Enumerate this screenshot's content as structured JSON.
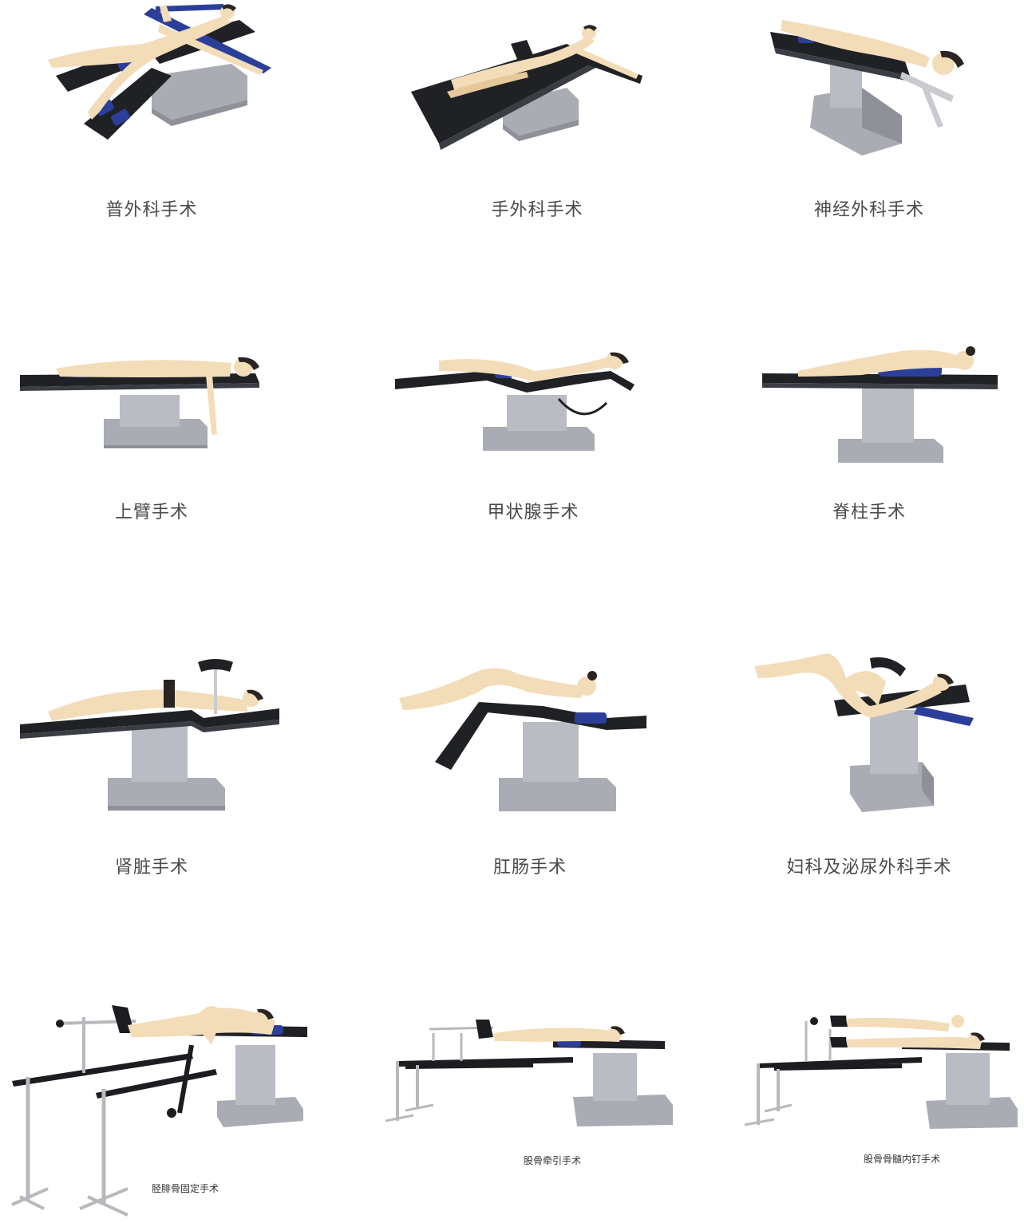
{
  "colors": {
    "mattress": "#1f2125",
    "mattress_edge": "#3a3d44",
    "rail": "#c9cbd0",
    "pad": "#2b3f9a",
    "column": "#b9bcc2",
    "base": "#a9acb2",
    "base_shadow": "#8e9197",
    "skin": "#f3dcb8",
    "skin_shade": "#e6c89b",
    "hair": "#2a2522",
    "traction_bar": "#1c1d20",
    "traction_metal": "#b7b9bd"
  },
  "procedures": [
    {
      "label": "普外科手术",
      "icon": "operating-table-general-icon"
    },
    {
      "label": "手外科手术",
      "icon": "operating-table-hand-icon"
    },
    {
      "label": "神经外科手术",
      "icon": "operating-table-neuro-icon"
    },
    {
      "label": "上臂手术",
      "icon": "operating-table-upper-arm-icon"
    },
    {
      "label": "甲状腺手术",
      "icon": "operating-table-thyroid-icon"
    },
    {
      "label": "脊柱手术",
      "icon": "operating-table-spine-icon"
    },
    {
      "label": "肾脏手术",
      "icon": "operating-table-kidney-icon"
    },
    {
      "label": "肛肠手术",
      "icon": "operating-table-anorectal-icon"
    },
    {
      "label": "妇科及泌尿外科手术",
      "icon": "operating-table-gyn-uro-icon"
    },
    {
      "label": "胫腓骨固定手术",
      "icon": "operating-table-tibia-icon"
    },
    {
      "label": "股骨牵引手术",
      "icon": "operating-table-femur-traction-icon"
    },
    {
      "label": "股骨骨髓内钉手术",
      "icon": "operating-table-femur-nail-icon"
    }
  ]
}
